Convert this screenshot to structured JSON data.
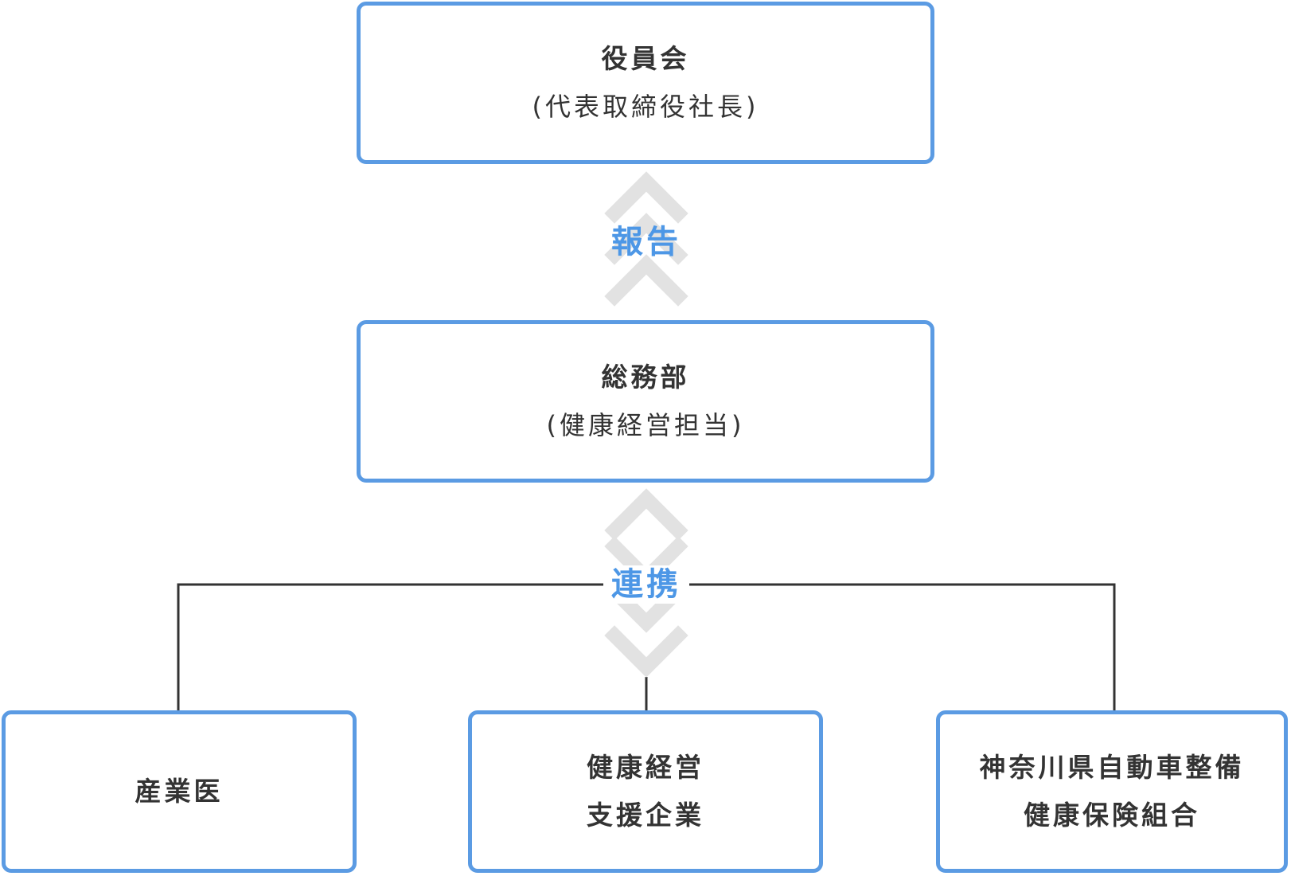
{
  "diagram": {
    "nodes": {
      "board": {
        "title": "役員会",
        "subtitle": "(代表取締役社長)"
      },
      "general_affairs": {
        "title": "総務部",
        "subtitle": "(健康経営担当)"
      },
      "industrial_doctor": {
        "title": "産業医"
      },
      "support_company": {
        "line1": "健康経営",
        "line2": "支援企業"
      },
      "health_insurance": {
        "line1": "神奈川県自動車整備",
        "line2": "健康保険組合"
      }
    },
    "flows": {
      "report": {
        "label": "報告",
        "direction": "up"
      },
      "collaboration": {
        "label": "連携",
        "direction": "down"
      }
    },
    "colors": {
      "box_border": "#5b9be3",
      "label": "#4d97e6",
      "chevron": "#e2e2e2",
      "connector": "#333333",
      "text": "#333333"
    }
  }
}
